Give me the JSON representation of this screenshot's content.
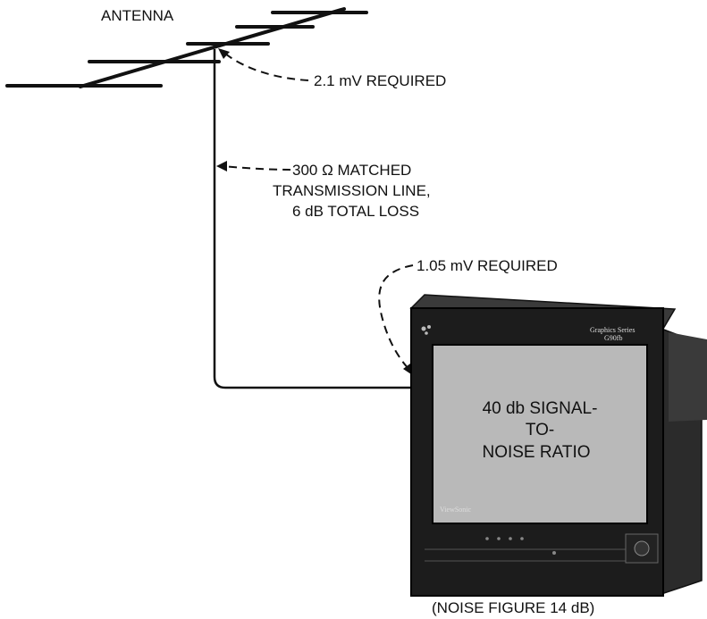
{
  "labels": {
    "antenna": "ANTENNA",
    "antenna_voltage": "2.1 mV  REQUIRED",
    "line_line1": "300 Ω MATCHED",
    "line_line2": "TRANSMISSION LINE,",
    "line_line3": "6 dB TOTAL LOSS",
    "receiver_voltage": "1.05 mV  REQUIRED",
    "screen_line1": "40 db SIGNAL-",
    "screen_line2": "TO-",
    "screen_line3": "NOISE RATIO",
    "noise_figure": "(NOISE FIGURE 14 dB)"
  },
  "monitor": {
    "brand": "ViewSonic",
    "series_line1": "Graphics Series",
    "series_line2": "G90fb"
  },
  "colors": {
    "ink": "#111111",
    "monitor_body": "#1c1c1c",
    "screen": "#b9b9b9"
  }
}
